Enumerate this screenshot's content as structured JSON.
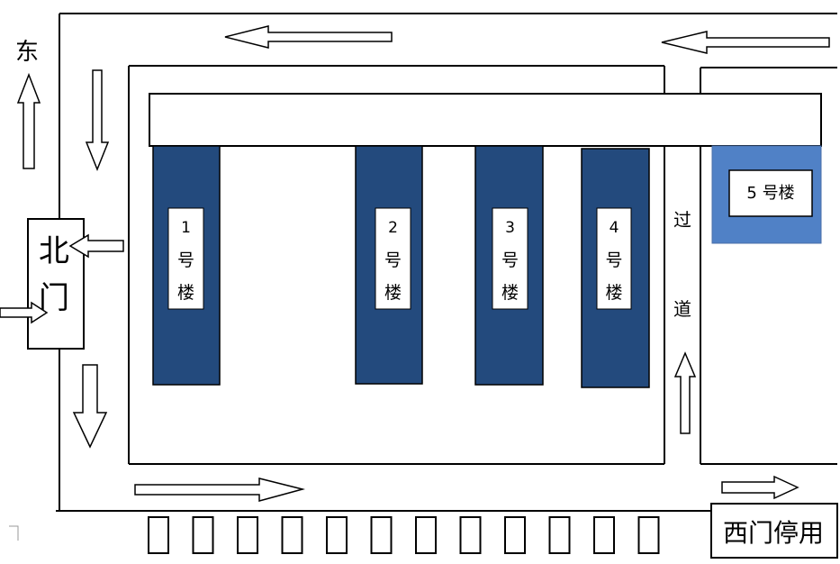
{
  "compass": {
    "direction": "东"
  },
  "north_gate": {
    "line1": "北",
    "line2": "门"
  },
  "west_gate": {
    "label": "西门停用"
  },
  "passage": {
    "char1": "过",
    "char2": "道"
  },
  "buildings": [
    {
      "num": "1",
      "c1": "号",
      "c2": "楼"
    },
    {
      "num": "2",
      "c1": "号",
      "c2": "楼"
    },
    {
      "num": "3",
      "c1": "号",
      "c2": "楼"
    },
    {
      "num": "4",
      "c1": "号",
      "c2": "楼"
    }
  ],
  "building5": {
    "label": "5 号楼"
  },
  "colors": {
    "building": "#234a7d",
    "building5": "#5081c6",
    "stroke": "#000000",
    "background": "#ffffff"
  },
  "parking_slots": 12
}
